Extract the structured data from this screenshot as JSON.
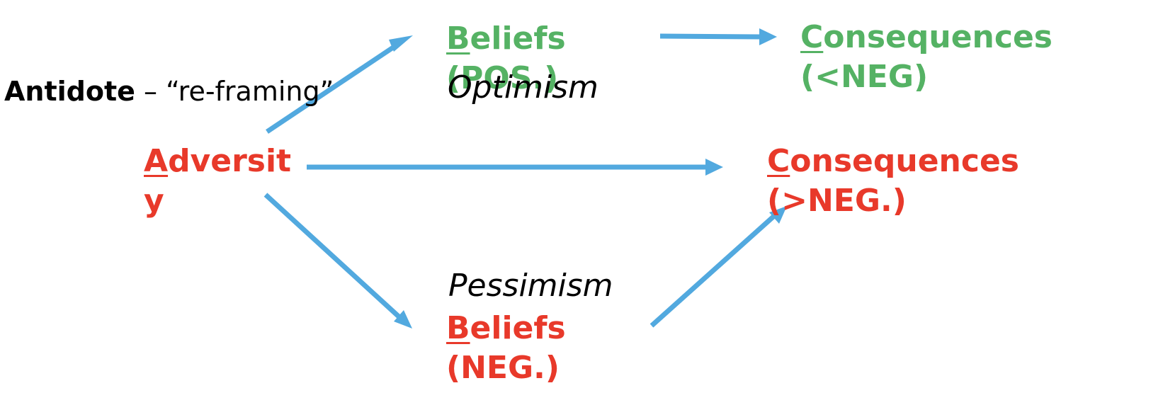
{
  "antidote": {
    "bold": "Antidote",
    "rest": " – “re-framing”"
  },
  "adversity": {
    "first": "A",
    "line1_rest": "dversit",
    "line2": "y"
  },
  "beliefs_pos": {
    "first": "B",
    "line1_rest": "eliefs",
    "line2": "(POS.)"
  },
  "consequences_pos": {
    "first": "C",
    "line1_rest": "onsequences",
    "line2": "(<NEG)"
  },
  "consequences_neg": {
    "first": "C",
    "line1_rest": "onsequences",
    "line2": "(>NEG.)"
  },
  "beliefs_neg": {
    "first": "B",
    "line1_rest": "eliefs",
    "line2": "(NEG.)"
  },
  "optimism": "Optimism",
  "pessimism": "Pessimism",
  "colors": {
    "arrow": "#52a9df",
    "positive": "#55b264",
    "negative": "#e8392a",
    "text": "#000000"
  }
}
